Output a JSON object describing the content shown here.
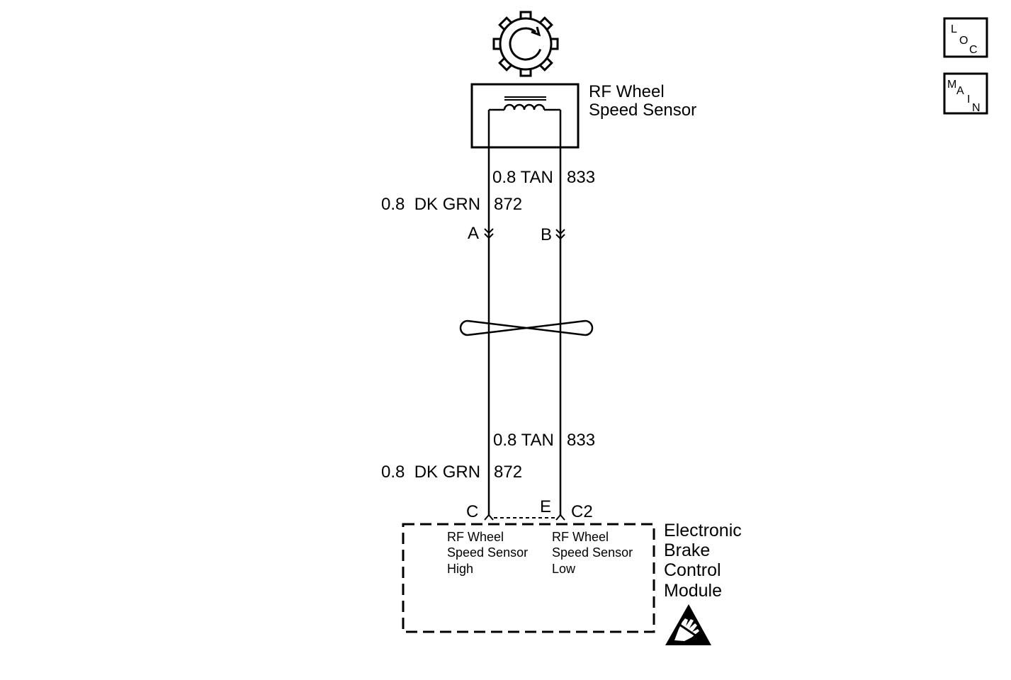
{
  "sensor": {
    "name_lines": [
      "RF Wheel",
      "Speed Sensor"
    ]
  },
  "sensor_harness": {
    "tan_wire": {
      "label": "0.8 TAN",
      "circuit": "833"
    },
    "dk_grn_wire": {
      "label": "0.8  DK GRN",
      "circuit": "872"
    }
  },
  "sensor_connector": {
    "pin_1": "A",
    "pin_2": "B"
  },
  "module_harness": {
    "tan_wire": {
      "label": "0.8 TAN",
      "circuit": "833"
    },
    "dk_grn_wire": {
      "label": "0.8  DK GRN",
      "circuit": "872"
    }
  },
  "module_connector": {
    "pin_high": "C",
    "pin_low": "E",
    "connector": "C2"
  },
  "module": {
    "name_lines": [
      "Electronic",
      "Brake",
      "Control",
      "Module"
    ],
    "inputs": [
      {
        "lines": [
          "RF Wheel",
          "Speed Sensor",
          "High"
        ]
      },
      {
        "lines": [
          "RF Wheel",
          "Speed Sensor",
          "Low"
        ]
      }
    ]
  },
  "nav": {
    "loc_letters": [
      "L",
      "O",
      "C"
    ],
    "main_letters": [
      "M",
      "A",
      "I",
      "N"
    ]
  },
  "icons": {
    "tone_wheel": "tone-wheel-icon",
    "sensor_coil": "coil-icon",
    "twisted_pair": "twisted-pair-icon",
    "esd": "esd-sensitive-icon"
  },
  "colors": {
    "ink": "#000000",
    "paper": "#ffffff"
  }
}
